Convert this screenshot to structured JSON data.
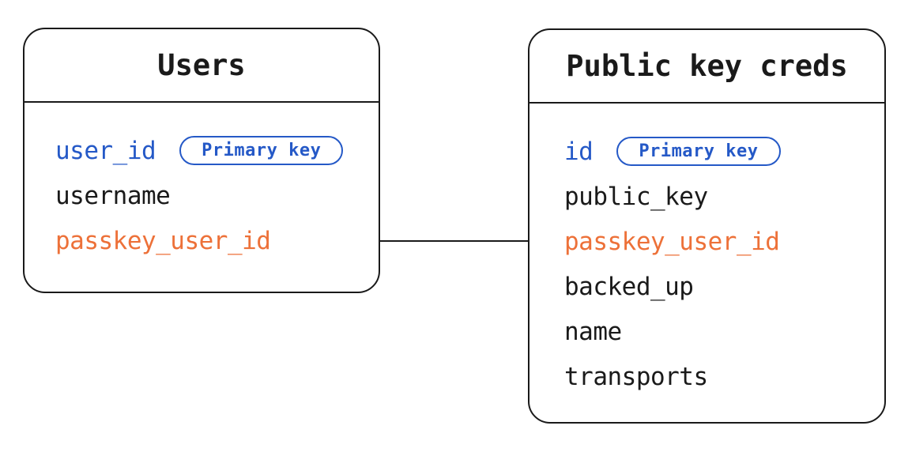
{
  "colors": {
    "blue": "#2559C7",
    "orange": "#ED7139",
    "ink": "#1A1A1A",
    "bg": "#FFFFFF"
  },
  "tables": [
    {
      "title": "Users",
      "fields": [
        {
          "name": "user_id",
          "color": "blue",
          "badge": "Primary key"
        },
        {
          "name": "username",
          "color": "ink"
        },
        {
          "name": "passkey_user_id",
          "color": "orange"
        }
      ]
    },
    {
      "title": "Public key creds",
      "fields": [
        {
          "name": "id",
          "color": "blue",
          "badge": "Primary key"
        },
        {
          "name": "public_key",
          "color": "ink"
        },
        {
          "name": "passkey_user_id",
          "color": "orange"
        },
        {
          "name": "backed_up",
          "color": "ink"
        },
        {
          "name": "name",
          "color": "ink"
        },
        {
          "name": "transports",
          "color": "ink"
        }
      ]
    }
  ],
  "relationship": {
    "from_table": "Users",
    "from_field": "passkey_user_id",
    "to_table": "Public key creds",
    "to_field": "passkey_user_id"
  }
}
